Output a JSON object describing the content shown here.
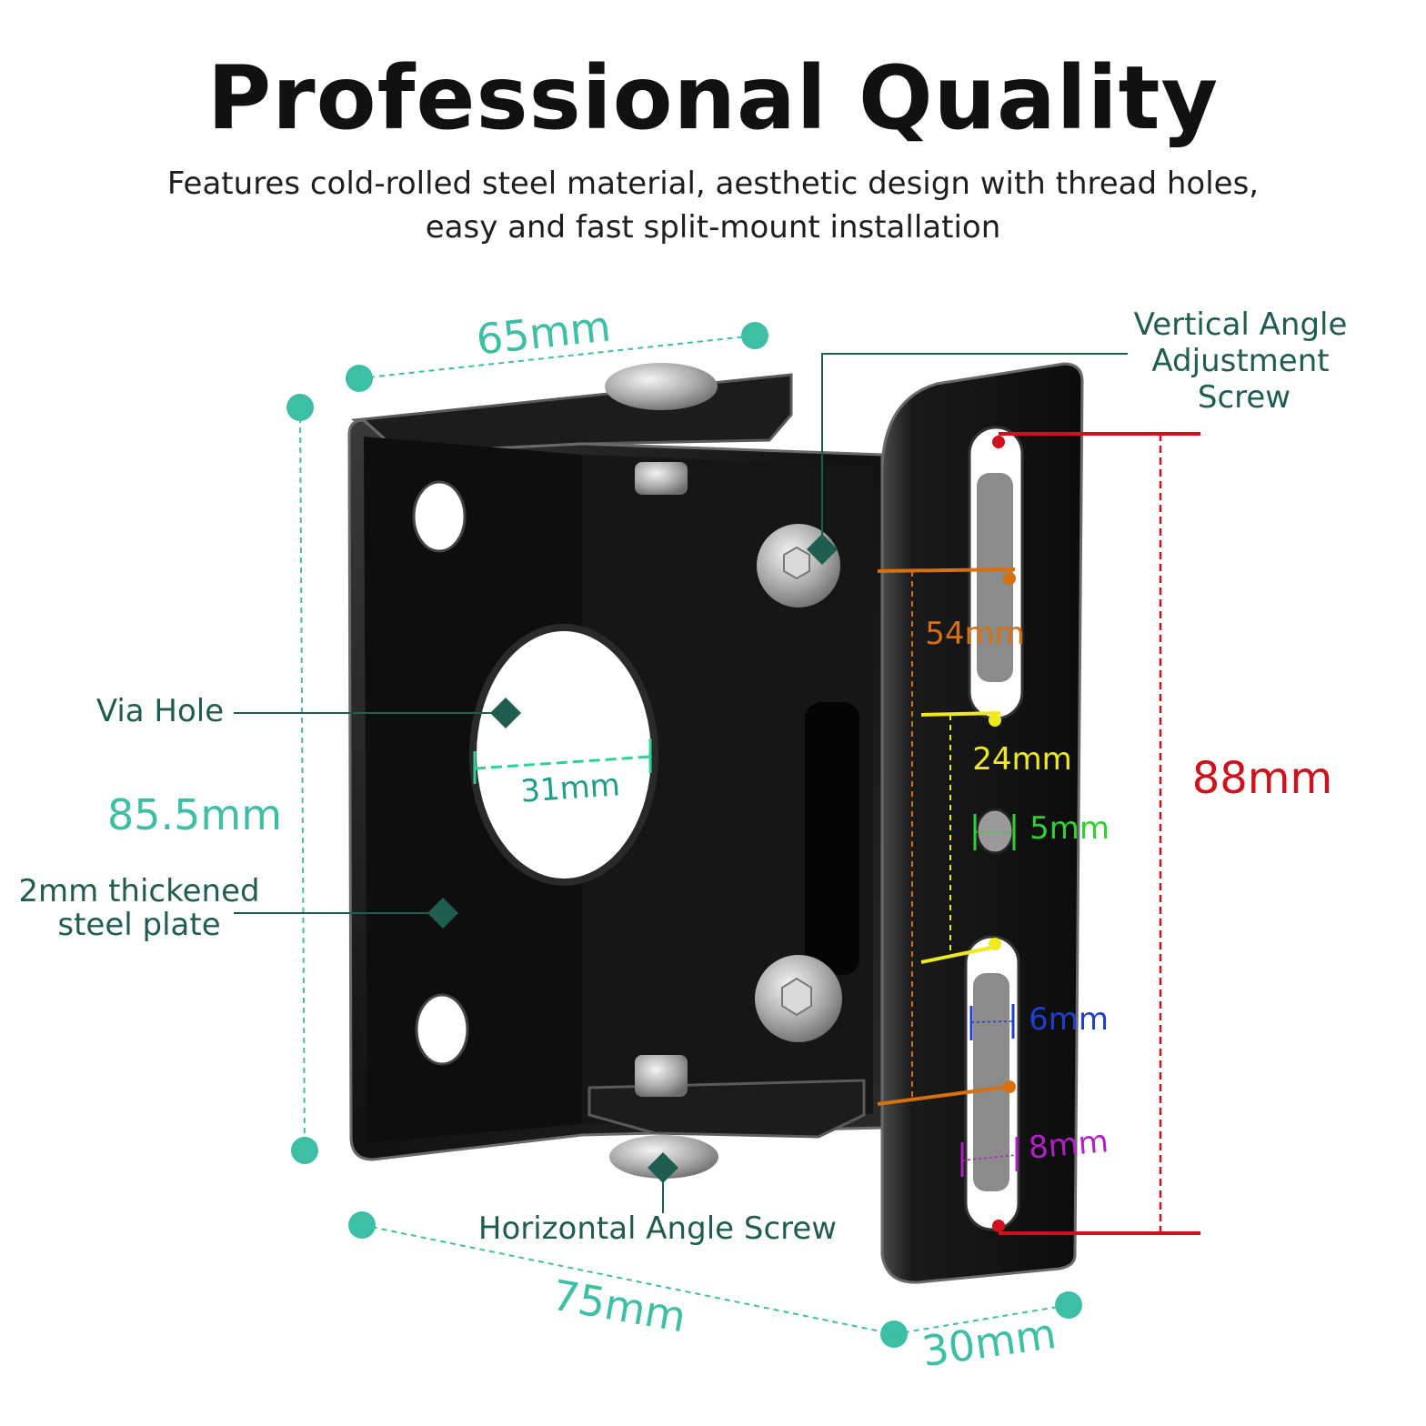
{
  "header": {
    "title": "Professional Quality",
    "subtitle_line1": "Features cold-rolled steel material, aesthetic design with thread holes,",
    "subtitle_line2": "easy and fast split-mount installation"
  },
  "dimensions": {
    "width_top": "65mm",
    "height_left": "85.5mm",
    "length_bottom": "75mm",
    "depth_bottom": "30mm",
    "via_hole_diameter": "31mm",
    "slot_length": "54mm",
    "slot_gap": "24mm",
    "center_hole": "5mm",
    "slot_width": "6mm",
    "slot_end_width": "8mm",
    "plate_height": "88mm"
  },
  "callouts": {
    "vertical_screw_line1": "Vertical Angle",
    "vertical_screw_line2": "Adjustment",
    "vertical_screw_line3": "Screw",
    "via_hole": "Via Hole",
    "plate_line1": "2mm thickened",
    "plate_line2": "steel plate",
    "horizontal_screw": "Horizontal Angle Screw"
  },
  "colors": {
    "teal": "#3dbfa6",
    "dark_teal": "#1f5c52",
    "red": "#d0101a",
    "orange": "#d9700e",
    "yellow": "#f0ea1a",
    "green": "#2fd02f",
    "blue": "#1e3fcf",
    "purple": "#b21fc8"
  }
}
